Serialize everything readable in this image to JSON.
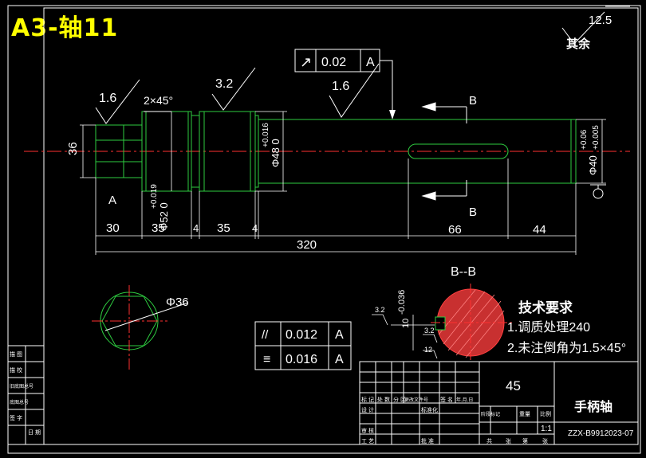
{
  "drawing_title": "A3-轴11",
  "roughness": {
    "global_value": "12.5",
    "global_note": "其余",
    "left_end": "1.6",
    "middle": "3.2",
    "right": "1.6",
    "section_a": "3.2",
    "section_b": "3.2"
  },
  "tolerance_top": {
    "symbol": "↗",
    "value": "0.02",
    "datum": "A"
  },
  "chamfer_note": "2×45°",
  "section_labels": {
    "cut_a": "A",
    "cut_b_top": "B",
    "cut_b_bottom": "B",
    "section_title": "B--B"
  },
  "dims": {
    "d36": "36",
    "d48_text": "Φ48 0",
    "d48_tol": "+0.016",
    "d52_text": "Φ52 0",
    "d52_tol": "+0.019",
    "d40_text": "Φ40",
    "d40_tol_up": "+0.06",
    "d40_tol_low": "+0.005",
    "len30": "30",
    "len35a": "35",
    "len4a": "4",
    "len35b": "35",
    "len4b": "4",
    "len320": "320",
    "len66": "66",
    "len44": "44",
    "hex36": "Φ36",
    "key_depth": "10",
    "key_tol": "-0.036",
    "key_small": "12"
  },
  "tolerance_table": [
    {
      "symbol": "//",
      "value": "0.012",
      "datum": "A"
    },
    {
      "symbol": "≡",
      "value": "0.016",
      "datum": "A"
    }
  ],
  "tech_req": {
    "title": "技术要求",
    "items": [
      "1.调质处理240",
      "2.未注倒角为1.5×45°"
    ]
  },
  "title_block": {
    "material": "45",
    "part_name": "手柄轴",
    "drawing_no": "ZZX-B9912023-07",
    "scale": "1:1",
    "left_rows": [
      "描 图",
      "描 校",
      "旧底图总号",
      "底图总号",
      "签 字",
      "日 期"
    ],
    "sign_cells": [
      "标 记",
      "处 数",
      "分 区",
      "更改文件号",
      "签 名",
      "年.月.日"
    ],
    "design_cells": [
      "设 计",
      "标准化"
    ],
    "review_cells": [
      "审 核",
      "工 艺",
      "批 准"
    ],
    "stage_cells": [
      "阶段标记",
      "重量",
      "比例"
    ],
    "sheet_cells": [
      "共",
      "张",
      "第",
      "张"
    ]
  }
}
